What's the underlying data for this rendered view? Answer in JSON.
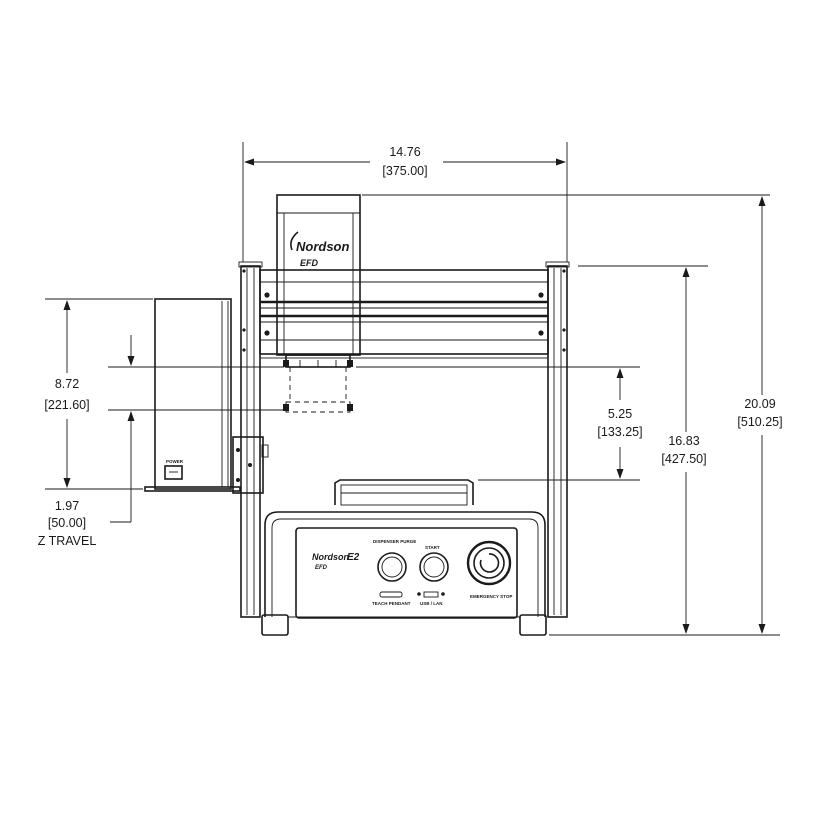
{
  "dimensions": {
    "width": {
      "inch": "14.76",
      "mm": "[375.00]"
    },
    "z_clearance": {
      "inch": "8.72",
      "mm": "[221.60]"
    },
    "z_travel": {
      "inch": "1.97",
      "mm": "[50.00]",
      "label": "Z TRAVEL"
    },
    "working_area": {
      "inch": "5.25",
      "mm": "[133.25]"
    },
    "frame_height": {
      "inch": "16.83",
      "mm": "[427.50]"
    },
    "total_height": {
      "inch": "20.09",
      "mm": "[510.25]"
    }
  },
  "branding": {
    "head_logo": "Nordson",
    "head_sub": "EFD",
    "panel_logo": "Nordson",
    "panel_model": "E2",
    "panel_sub": "EFD"
  },
  "panel": {
    "dispenser_label": "DISPENSER PURGE",
    "start_label": "START",
    "estop_label": "EMERGENCY STOP",
    "teach_label": "TEACH PENDANT",
    "comm_label": "USB / LAN",
    "power_label": "POWER"
  }
}
